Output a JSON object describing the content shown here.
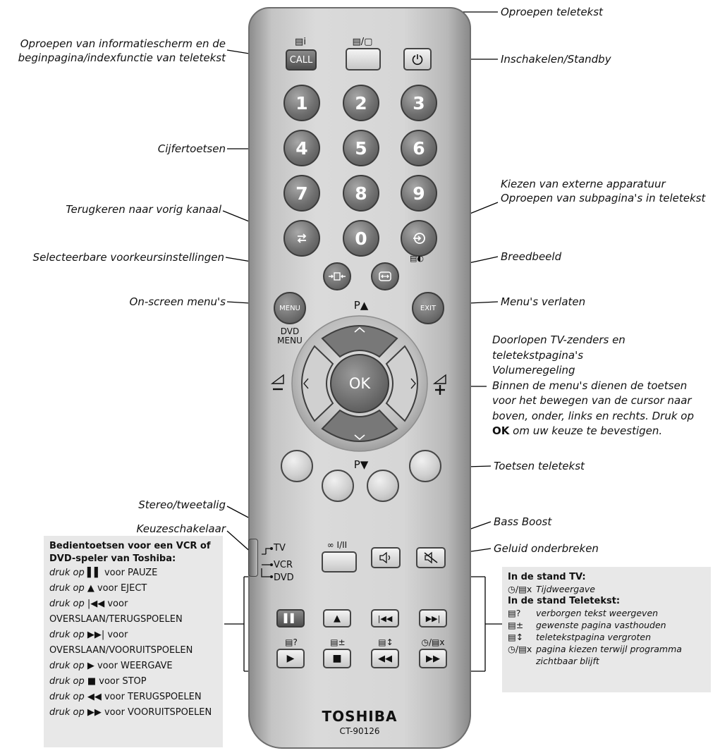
{
  "labels": {
    "info_call": [
      "Oproepen van informatiescherm en de",
      "beginpagina/indexfunctie van teletekst"
    ],
    "teletext_call": "Oproepen teletekst",
    "standby": "Inschakelen/Standby",
    "digits": "Cijfertoetsen",
    "previous_channel": "Terugkeren naar vorig kanaal",
    "external": [
      "Kiezen van externe apparatuur",
      "Oproepen van subpagina's in teletekst"
    ],
    "presets": "Selecteerbare voorkeursinstellingen",
    "widescreen": "Breedbeeld",
    "menus": "On-screen menu's",
    "exit_menus": "Menu's verlaten",
    "navigation": {
      "lines": [
        "Doorlopen TV-zenders en",
        "teletekstpagina's",
        "Volumeregeling",
        "Binnen de menu's dienen de toetsen",
        "voor het bewegen van de cursor naar",
        "boven, onder, links en rechts. Druk op"
      ],
      "last_bold": "OK",
      "last_rest": " om uw keuze te bevestigen."
    },
    "teletext_keys": "Toetsen teletekst",
    "stereo": "Stereo/tweetalig",
    "selector": "Keuzeschakelaar",
    "bass_boost": "Bass Boost",
    "mute": "Geluid onderbreken"
  },
  "remote": {
    "brand": "TOSHIBA",
    "model": "CT-90126",
    "call_button": "CALL",
    "call_icon": "▤i",
    "teletext_icon": "▤/▢",
    "digits": [
      "1",
      "2",
      "3",
      "4",
      "5",
      "6",
      "7",
      "8",
      "9",
      "0"
    ],
    "menu_button": "MENU",
    "exit_button": "EXIT",
    "ok_button": "OK",
    "p_up": "P▲",
    "p_down": "P▼",
    "dvd_menu": [
      "DVD",
      "MENU"
    ],
    "switch_positions": [
      "TV",
      "VCR",
      "DVD"
    ],
    "stereo_icon": "∞ I/II",
    "widescreen_small_icon": "▤◐",
    "transport_top": [
      "▌▌",
      "▲",
      "|◀◀",
      "▶▶|"
    ],
    "transport_bottom": [
      "▶",
      "■",
      "◀◀",
      "▶▶"
    ],
    "teletext_icons": [
      "▤?",
      "▤±",
      "▤↕",
      "◷/▤x"
    ],
    "colors": {
      "body": "#d4d4d4",
      "button_dark": "#6e6e6e",
      "button_light": "#cfcfcf"
    }
  },
  "vcr_box": {
    "title": [
      "Bedientoetsen voor een VCR of",
      "DVD-speler van Toshiba:"
    ],
    "rows": [
      {
        "prefix": "druk op",
        "icon": "▌▌",
        "text": "voor PAUZE"
      },
      {
        "prefix": "druk op",
        "icon": "▲",
        "text": "voor EJECT"
      },
      {
        "prefix": "druk op",
        "icon": "|◀◀",
        "text": "voor"
      },
      {
        "prefix": "",
        "icon": "",
        "text": "OVERSLAAN/TERUGSPOELEN"
      },
      {
        "prefix": "druk op",
        "icon": "▶▶|",
        "text": "voor"
      },
      {
        "prefix": "",
        "icon": "",
        "text": "OVERSLAAN/VOORUITSPOELEN"
      },
      {
        "prefix": "druk op",
        "icon": "▶",
        "text": "voor WEERGAVE"
      },
      {
        "prefix": "druk op",
        "icon": "■",
        "text": "voor STOP"
      },
      {
        "prefix": "druk op",
        "icon": "◀◀",
        "text": "voor TERUGSPOELEN"
      },
      {
        "prefix": "druk op",
        "icon": "▶▶",
        "text": "voor VOORUITSPOELEN"
      }
    ]
  },
  "tv_box": {
    "tv_title": "In de stand TV:",
    "tv_rows": [
      {
        "icon": "◷/▤x",
        "text": "Tijdweergave"
      }
    ],
    "teletext_title": "In de stand Teletekst:",
    "teletext_rows": [
      {
        "icon": "▤?",
        "text": "verborgen tekst weergeven"
      },
      {
        "icon": "▤±",
        "text": "gewenste pagina vasthouden"
      },
      {
        "icon": "▤↕",
        "text": "teletekstpagina vergroten"
      },
      {
        "icon": "◷/▤x",
        "text": "pagina kiezen terwijl programma"
      },
      {
        "icon": "",
        "text": "zichtbaar blijft"
      }
    ]
  }
}
